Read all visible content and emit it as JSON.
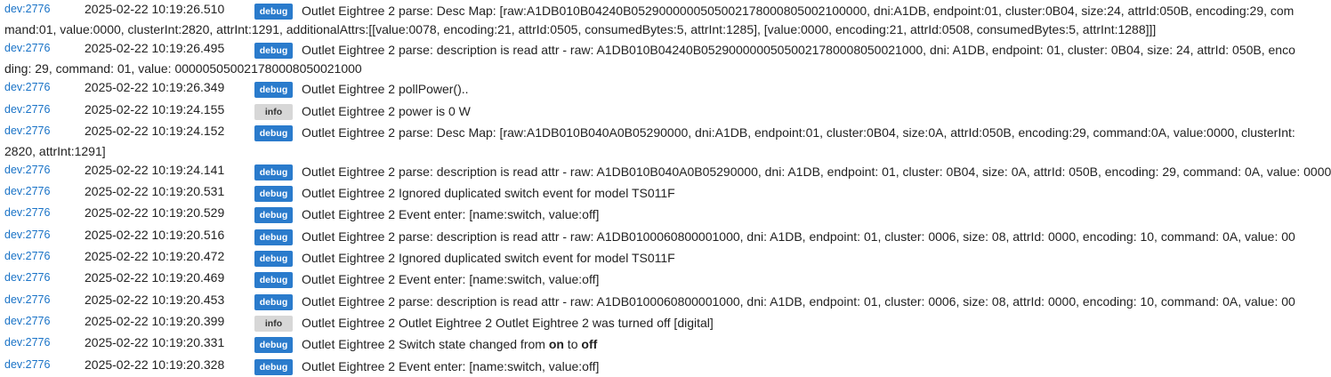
{
  "log": {
    "entries": [
      {
        "device": "dev:2776",
        "time": "2025-02-22 10:19:26.510",
        "level": "debug",
        "message": "Outlet Eightree 2 parse: Desc Map: [raw:A1DB010B04240B0529000000505002178000805002100000, dni:A1DB, endpoint:01, cluster:0B04, size:24, attrId:050B, encoding:29, command:01, value:0000, clusterInt:2820, attrInt:1291, additionalAttrs:[[value:0078, encoding:21, attrId:0505, consumedBytes:5, attrInt:1285], [value:0000, encoding:21, attrId:0508, consumedBytes:5, attrInt:1288]]]"
      },
      {
        "device": "dev:2776",
        "time": "2025-02-22 10:19:26.495",
        "level": "debug",
        "message": "Outlet Eightree 2 parse: description is read attr - raw: A1DB010B04240B05290000005050021780008050021000, dni: A1DB, endpoint: 01, cluster: 0B04, size: 24, attrId: 050B, encoding: 29, command: 01, value: 000005050021780008050021000"
      },
      {
        "device": "dev:2776",
        "time": "2025-02-22 10:19:26.349",
        "level": "debug",
        "message": "Outlet Eightree 2 pollPower().."
      },
      {
        "device": "dev:2776",
        "time": "2025-02-22 10:19:24.155",
        "level": "info",
        "message": "Outlet Eightree 2 power is 0 W"
      },
      {
        "device": "dev:2776",
        "time": "2025-02-22 10:19:24.152",
        "level": "debug",
        "message": "Outlet Eightree 2 parse: Desc Map: [raw:A1DB010B040A0B05290000, dni:A1DB, endpoint:01, cluster:0B04, size:0A, attrId:050B, encoding:29, command:0A, value:0000, clusterInt:2820, attrInt:1291]"
      },
      {
        "device": "dev:2776",
        "time": "2025-02-22 10:19:24.141",
        "level": "debug",
        "message": "Outlet Eightree 2 parse: description is read attr - raw: A1DB010B040A0B05290000, dni: A1DB, endpoint: 01, cluster: 0B04, size: 0A, attrId: 050B, encoding: 29, command: 0A, value: 0000"
      },
      {
        "device": "dev:2776",
        "time": "2025-02-22 10:19:20.531",
        "level": "debug",
        "message": "Outlet Eightree 2 Ignored duplicated switch event for model TS011F"
      },
      {
        "device": "dev:2776",
        "time": "2025-02-22 10:19:20.529",
        "level": "debug",
        "message": "Outlet Eightree 2 Event enter: [name:switch, value:off]"
      },
      {
        "device": "dev:2776",
        "time": "2025-02-22 10:19:20.516",
        "level": "debug",
        "message": "Outlet Eightree 2 parse: description is read attr - raw: A1DB0100060800001000, dni: A1DB, endpoint: 01, cluster: 0006, size: 08, attrId: 0000, encoding: 10, command: 0A, value: 00"
      },
      {
        "device": "dev:2776",
        "time": "2025-02-22 10:19:20.472",
        "level": "debug",
        "message": "Outlet Eightree 2 Ignored duplicated switch event for model TS011F"
      },
      {
        "device": "dev:2776",
        "time": "2025-02-22 10:19:20.469",
        "level": "debug",
        "message": "Outlet Eightree 2 Event enter: [name:switch, value:off]"
      },
      {
        "device": "dev:2776",
        "time": "2025-02-22 10:19:20.453",
        "level": "debug",
        "message": "Outlet Eightree 2 parse: description is read attr - raw: A1DB0100060800001000, dni: A1DB, endpoint: 01, cluster: 0006, size: 08, attrId: 0000, encoding: 10, command: 0A, value: 00"
      },
      {
        "device": "dev:2776",
        "time": "2025-02-22 10:19:20.399",
        "level": "info",
        "message": "Outlet Eightree 2 Outlet Eightree 2 Outlet Eightree 2 was turned off [digital]"
      },
      {
        "device": "dev:2776",
        "time": "2025-02-22 10:19:20.331",
        "level": "debug",
        "message_parts": [
          "Outlet Eightree 2 Switch state changed from ",
          "on",
          " to ",
          "off"
        ]
      },
      {
        "device": "dev:2776",
        "time": "2025-02-22 10:19:20.328",
        "level": "debug",
        "message": "Outlet Eightree 2 Event enter: [name:switch, value:off]"
      }
    ]
  }
}
